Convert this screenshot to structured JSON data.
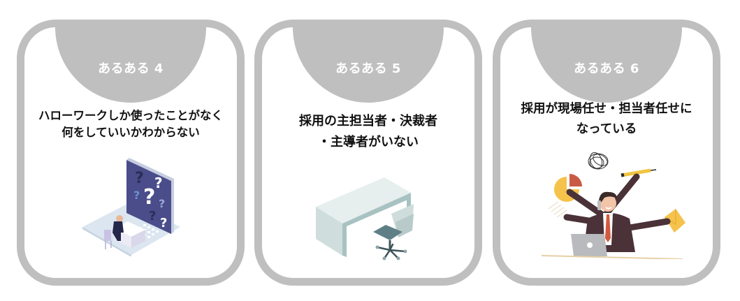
{
  "cards": [
    {
      "badge": "あるある 4",
      "title_line1": "ハローワークしか使ったことがなく",
      "title_line2": "何をしていいかわからない",
      "illustration": "confused-man-on-laptop-with-question-marks"
    },
    {
      "badge": "あるある 5",
      "title_line1": "採用の主担当者・決裁者",
      "title_line2": "・主導者がいない",
      "illustration": "empty-desk-and-chair"
    },
    {
      "badge": "あるある 6",
      "title_line1": "採用が現場任せ・担当者任せに",
      "title_line2": "なっている",
      "illustration": "overwhelmed-multitasking-businessman"
    }
  ],
  "colors": {
    "card_border": "#bfbfbf",
    "badge_bg": "#bfbfbf",
    "badge_text": "#ffffff",
    "title_text": "#111111"
  }
}
